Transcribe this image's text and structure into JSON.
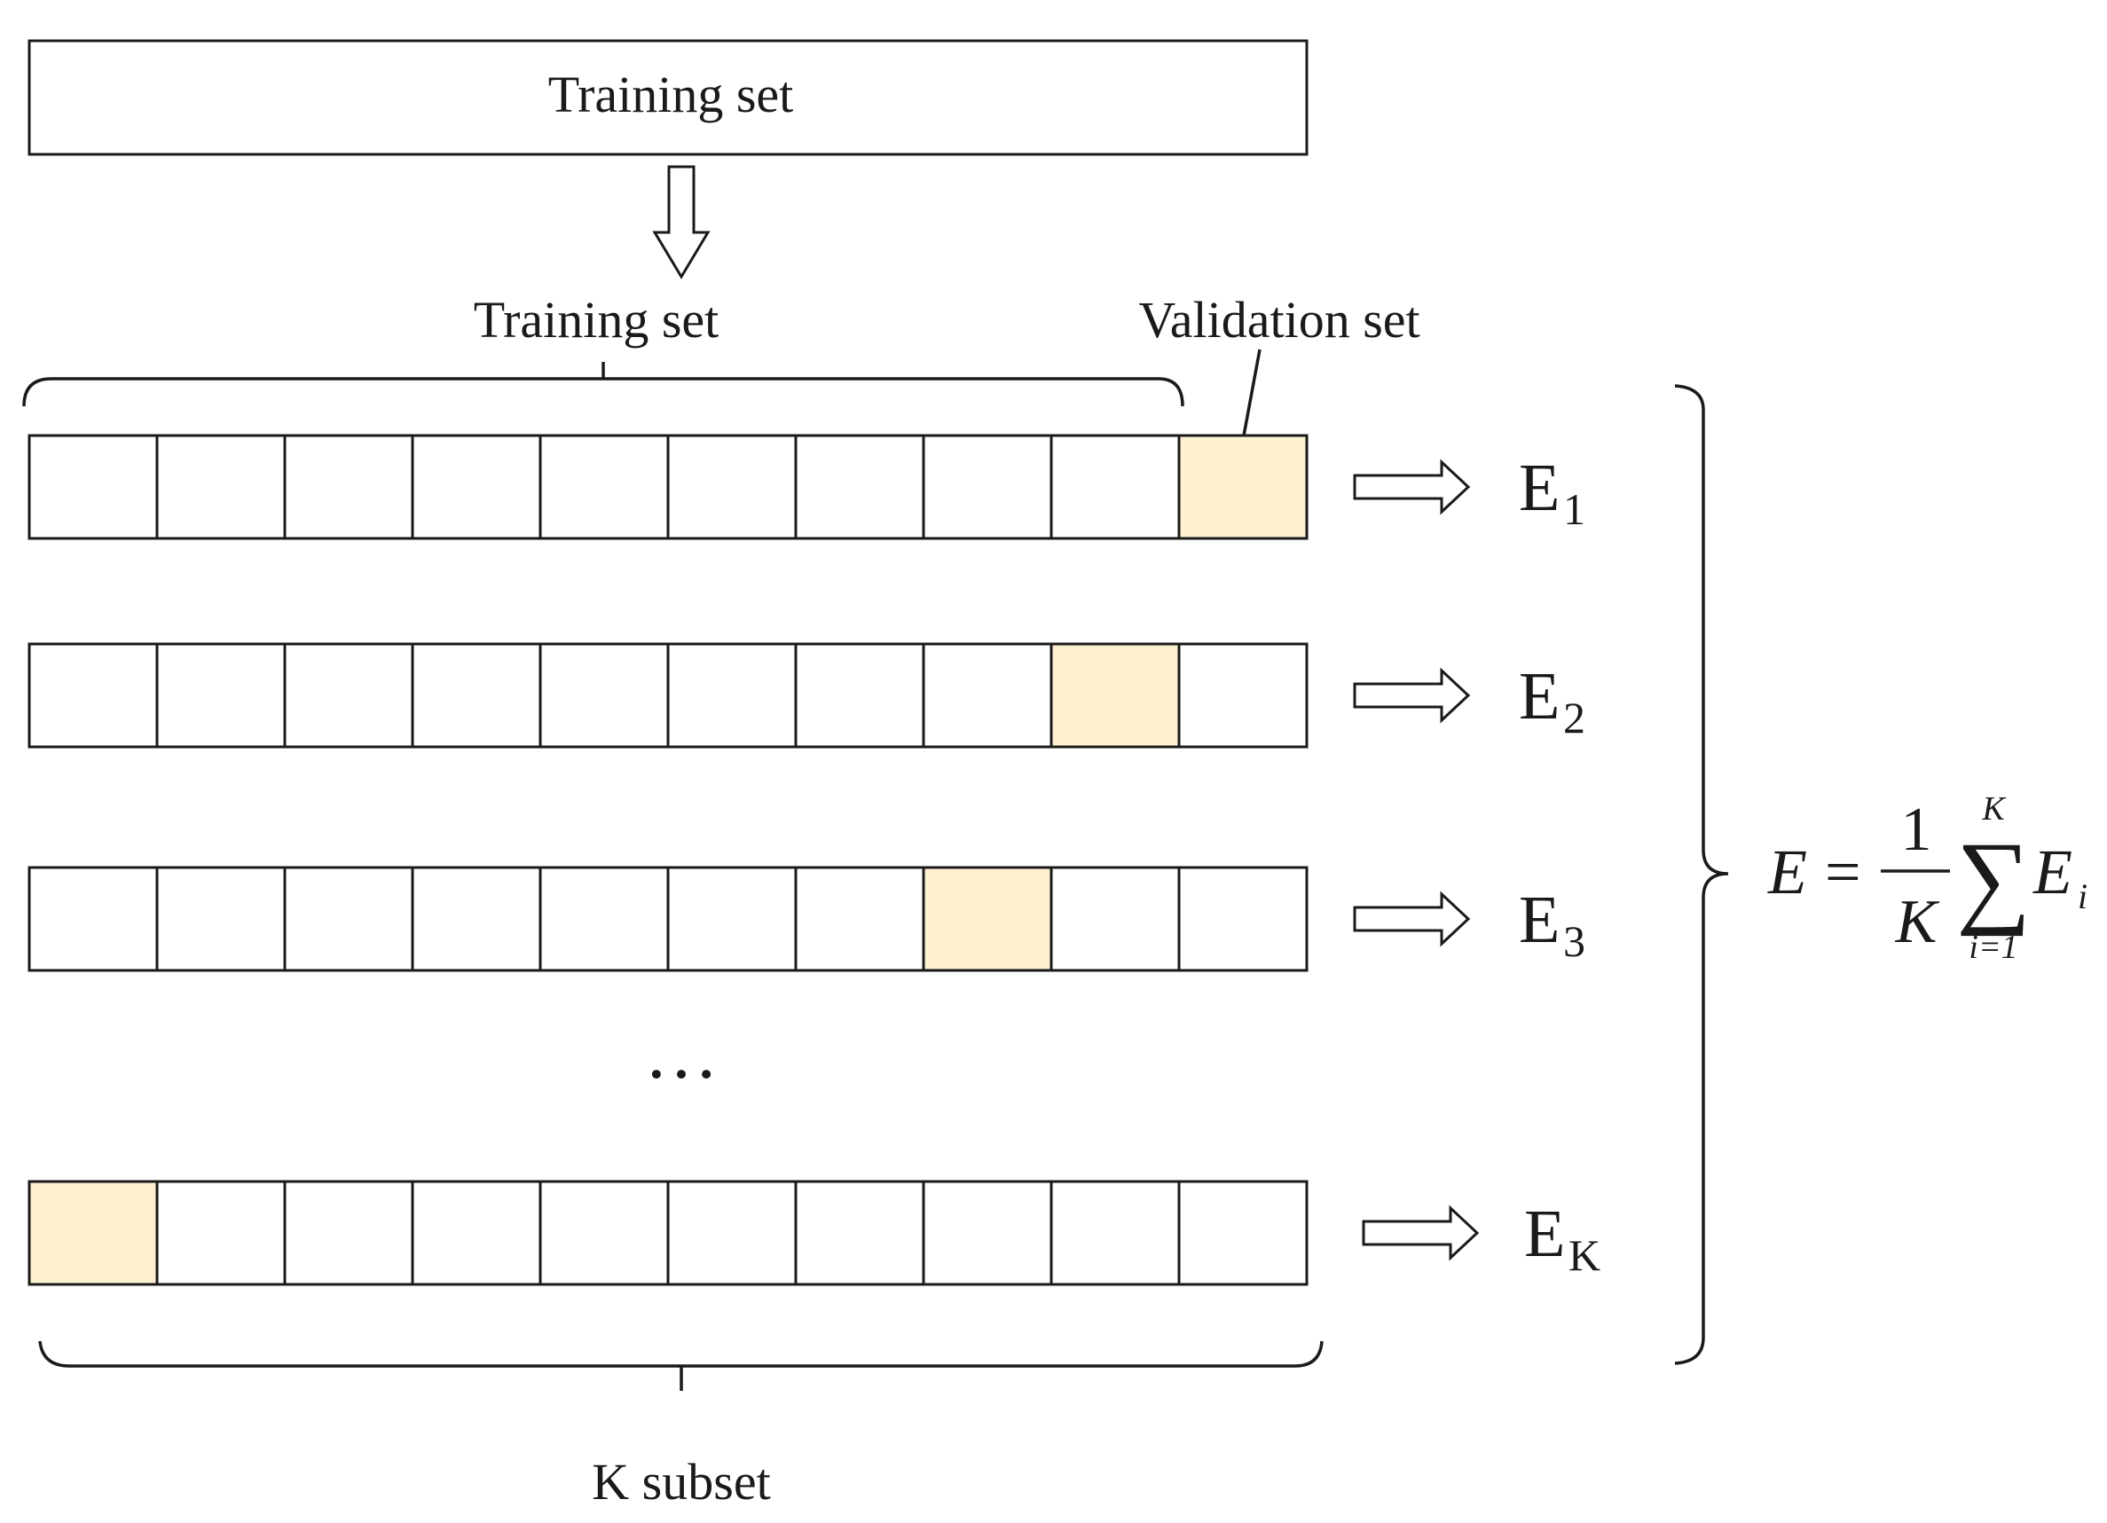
{
  "top_box": {
    "label": "Training set"
  },
  "bracket_labels": {
    "training": "Training set",
    "validation": "Validation set",
    "subsets": "K subset"
  },
  "rows": [
    {
      "cells": 10,
      "validation_index": 9,
      "error_base": "E",
      "error_sub": "1"
    },
    {
      "cells": 10,
      "validation_index": 8,
      "error_base": "E",
      "error_sub": "2"
    },
    {
      "cells": 10,
      "validation_index": 7,
      "error_base": "E",
      "error_sub": "3"
    },
    {
      "cells": 10,
      "validation_index": 0,
      "error_base": "E",
      "error_sub": "K"
    }
  ],
  "ellipsis": "…",
  "formula": {
    "lhs": "E",
    "equals": "=",
    "numerator": "1",
    "denominator": "K",
    "sum_symbol": "∑",
    "sum_upper": "K",
    "sum_lower": "i=1",
    "term": "E",
    "term_sub": "i"
  },
  "colors": {
    "validation_fill": "#fdf1cf",
    "cell_fill": "#ffffff",
    "stroke": "#1a1a1a"
  }
}
